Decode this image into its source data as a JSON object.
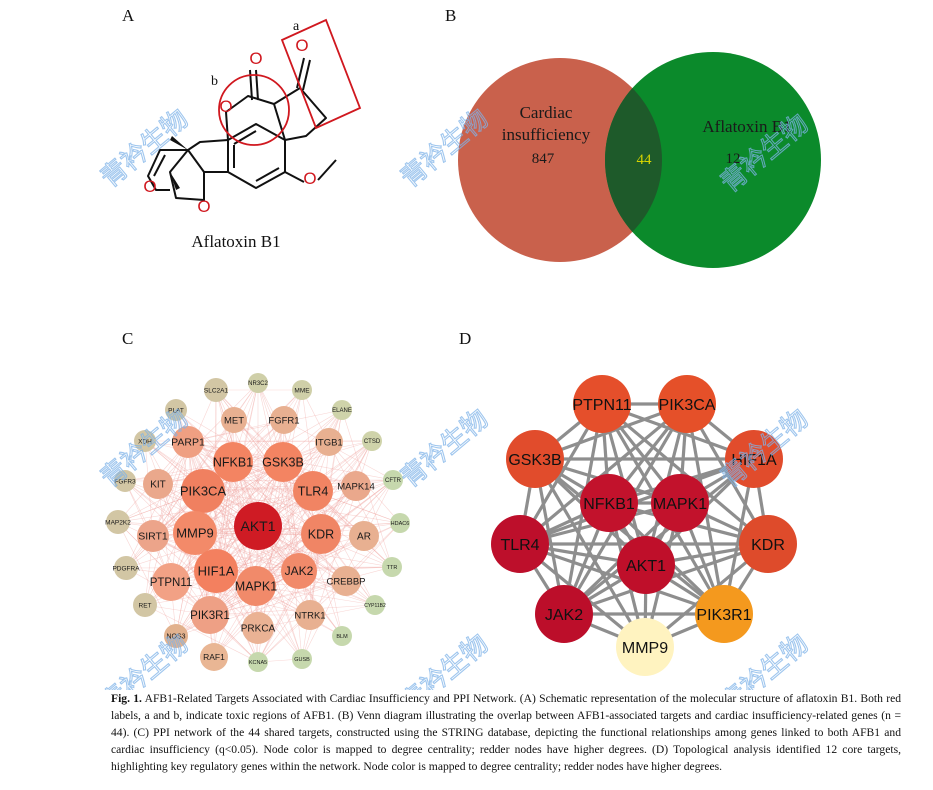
{
  "panels": {
    "a": "A",
    "b": "B",
    "c": "C",
    "d": "D"
  },
  "panel_a": {
    "compound_name": "Aflatoxin B1",
    "region_labels": [
      "a",
      "b"
    ],
    "atom_label": "O",
    "highlight_color": "#d0181f"
  },
  "panel_b": {
    "left_label_line1": "Cardiac",
    "left_label_line2": "insufficiency",
    "left_count": "847",
    "right_label": "Aflatoxin B1",
    "right_count": "12",
    "overlap_count": "44",
    "left_color": "#c9614c",
    "right_color": "#0b8a2b",
    "overlap_color": "#1e5a2a",
    "overlap_text_color": "#d6d400"
  },
  "panel_c": {
    "nodes": [
      "SLC2A1",
      "NR3C2",
      "MME",
      "PLAT",
      "MET",
      "FGFR1",
      "ELANE",
      "XDH",
      "PARP1",
      "ITGB1",
      "CTSD",
      "NFKB1",
      "GSK3B",
      "FGFR3",
      "KIT",
      "PIK3CA",
      "TLR4",
      "MAPK14",
      "CFTR",
      "MAP2K2",
      "SIRT1",
      "MMP9",
      "AKT1",
      "KDR",
      "AR",
      "HDAC6",
      "PDGFRA",
      "HIF1A",
      "JAK2",
      "CREBBP",
      "TTR",
      "PTPN11",
      "MAPK1",
      "RET",
      "CYP11B2",
      "PIK3R1",
      "NTRK1",
      "NOS3",
      "PRKCA",
      "BLM",
      "RAF1",
      "KCNA5",
      "GUSB"
    ]
  },
  "panel_d": {
    "nodes": [
      "PTPN11",
      "PIK3CA",
      "GSK3B",
      "HIF1A",
      "NFKB1",
      "MAPK1",
      "TLR4",
      "KDR",
      "AKT1",
      "JAK2",
      "PIK3R1",
      "MMP9"
    ]
  },
  "watermark": "青衿生物",
  "caption": {
    "label": "Fig. 1.",
    "text": "AFB1-Related Targets Associated with Cardiac Insufficiency and PPI Network. (A) Schematic representation of the molecular structure of aflatoxin B1. Both red labels, a and b, indicate toxic regions of AFB1. (B) Venn diagram illustrating the overlap between AFB1-associated targets and cardiac insufficiency-related genes (n = 44). (C) PPI network of the 44 shared targets, constructed using the STRING database, depicting the functional relationships among genes linked to both AFB1 and cardiac insufficiency (q<0.05). Node color is mapped to degree centrality; redder nodes have higher degrees. (D) Topological analysis identified 12 core targets, highlighting key regulatory genes within the network. Node color is mapped to degree centrality; redder nodes have higher degrees."
  }
}
